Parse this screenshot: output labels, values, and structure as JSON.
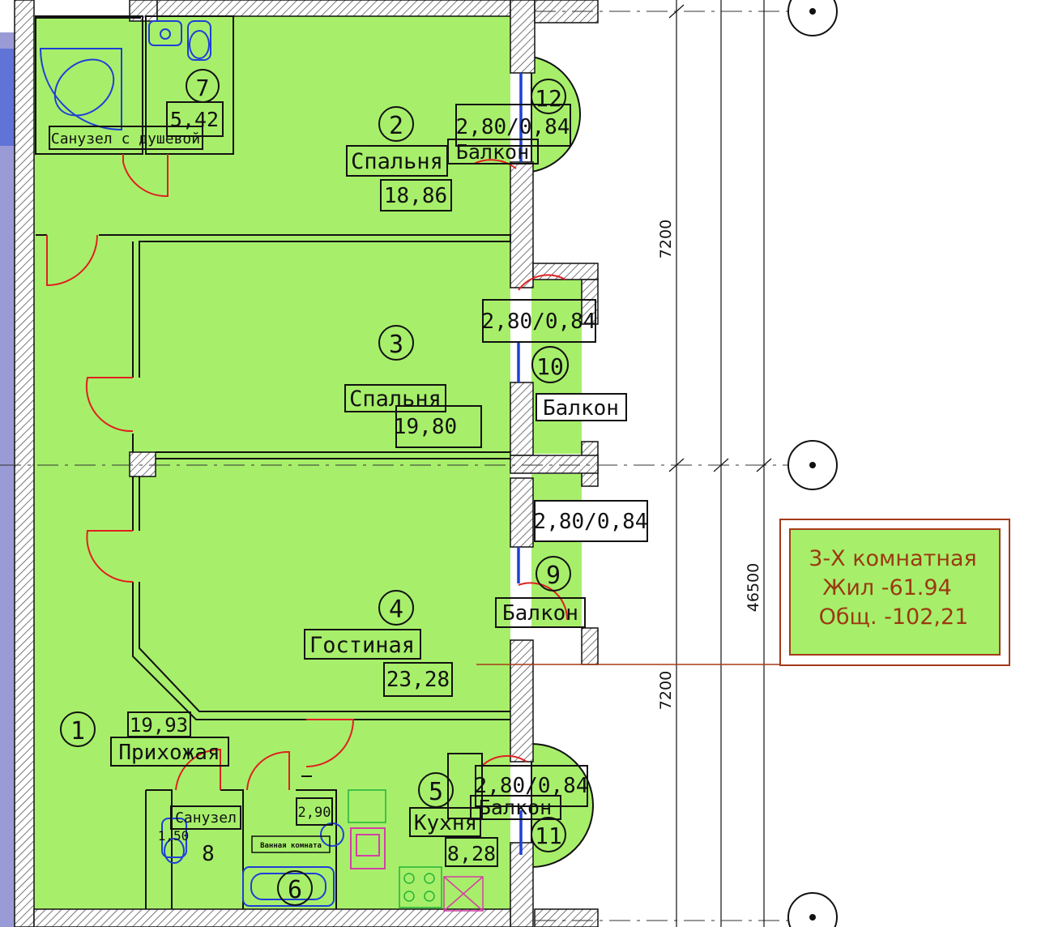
{
  "summary": {
    "type": "3-Х комнатная",
    "living": "Жил -61.94",
    "total": "Общ. -102,21"
  },
  "dimensions": {
    "upper": "7200",
    "lower": "7200",
    "overall": "46500"
  },
  "rooms": [
    {
      "number": "1",
      "name": "Прихожая",
      "area": "19,93"
    },
    {
      "number": "2",
      "name": "Спальня",
      "area": "18,86"
    },
    {
      "number": "3",
      "name": "Спальня",
      "area": "19,80"
    },
    {
      "number": "4",
      "name": "Гостиная",
      "area": "23,28"
    },
    {
      "number": "5",
      "name": "Кухня",
      "area": "8,28"
    },
    {
      "number": "6",
      "name": "Ванная комната",
      "area": "2,90"
    },
    {
      "number": "7",
      "name": "Санузел с душевой",
      "area": "5,42"
    },
    {
      "number": "8",
      "name": "Санузел",
      "area": "1,50"
    },
    {
      "number": "9",
      "name": "Балкон",
      "area": "2,80/0,84"
    },
    {
      "number": "10",
      "name": "Балкон",
      "area": "2,80/0,84"
    },
    {
      "number": "11",
      "name": "Балкон",
      "area": "2,80/0,84"
    },
    {
      "number": "12",
      "name": "Балкон",
      "area": "2,80/0,84"
    }
  ],
  "colors": {
    "room_fill": "#a7ef6a",
    "wall_hatch": "#444444",
    "door": "#e02020",
    "window": "#1f3fd8",
    "left_strip": "#9a9ad6",
    "summary_border": "#a53a18",
    "axis_line": "#333333"
  }
}
